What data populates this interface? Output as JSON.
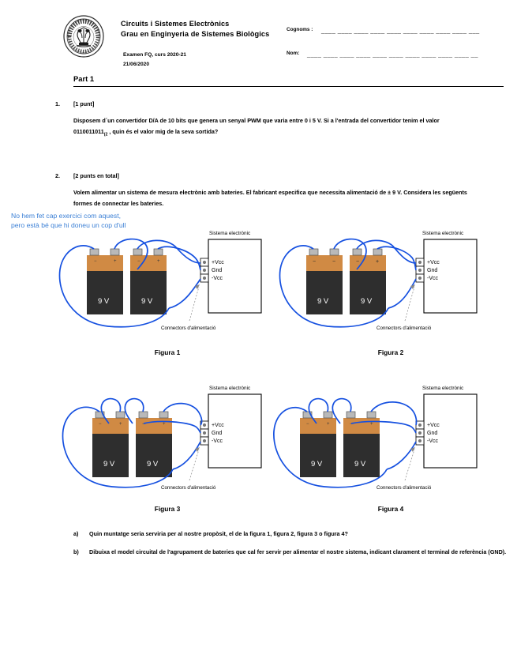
{
  "header": {
    "logo_alt": "university-seal",
    "course_line1": "Circuits i Sistemes Electrònics",
    "course_line2": "Grau en Enginyeria de Sistemes Biològics",
    "exam_label": "Examen FQ, curs 2020-21",
    "exam_date": "21/06/2020",
    "cognoms_label": "Cognoms :",
    "cognoms_value": "",
    "cognoms_rule": "____ ____ ____ ____ ____ ____ ____ ____ ____ ___",
    "nom_label": "Nom:",
    "nom_value": "",
    "nom_rule": "____ ____ ____ ____ ____ ____ ____ ____ ____ ____ __"
  },
  "part": {
    "title": "Part 1"
  },
  "questions": [
    {
      "number": "1.",
      "marks": "[1 punt]",
      "text_part1": "Disposem d´un convertidor D/A de 10 bits que genera un senyal PWM que varia entre 0 i 5 V. Si a l'entrada del convertidor tenim el valor ",
      "binary_value": "0110011011",
      "binary_subscript": "(2",
      "text_part2": " , quin és el valor mig de la seva sortida?"
    },
    {
      "number": "2.",
      "marks": "[2 punts en total]",
      "text": "Volem alimentar un sistema de mesura electrònic amb bateries. El fabricant especifica que necessita alimentació de ± 9 V. Considera les següents formes de connectar les bateries."
    }
  ],
  "annotation": {
    "text": "No hem fet cap exercici com aquest,\npero està bé que hi doneu un cop d'ull",
    "color": "#3a7fd5"
  },
  "figures": [
    {
      "caption": "Figura 1",
      "system_label": "Sistema electrònic",
      "connector_caption": "Connectors d'alimentació",
      "terminals": [
        "+Vcc",
        "Gnd",
        "-Vcc"
      ],
      "batteries": [
        {
          "label": "9 V",
          "left_terminal": "-",
          "right_terminal": "+"
        },
        {
          "label": "9 V",
          "left_terminal": "-",
          "right_terminal": "+"
        }
      ]
    },
    {
      "caption": "Figura 2",
      "system_label": "Sistema electrònic",
      "connector_caption": "Connectors d'alimentació",
      "terminals": [
        "+Vcc",
        "Gnd",
        "-Vcc"
      ],
      "batteries": [
        {
          "label": "9 V",
          "left_terminal": "-",
          "right_terminal": "-"
        },
        {
          "label": "9 V",
          "left_terminal": "-",
          "right_terminal": "+"
        }
      ]
    },
    {
      "caption": "Figura 3",
      "system_label": "Sistema electrònic",
      "connector_caption": "Connectors d'alimentació",
      "terminals": [
        "+Vcc",
        "Gnd",
        "-Vcc"
      ],
      "batteries": [
        {
          "label": "9 V",
          "left_terminal": "-",
          "right_terminal": "+"
        },
        {
          "label": "9 V",
          "left_terminal": "-",
          "right_terminal": "+"
        }
      ]
    },
    {
      "caption": "Figura 4",
      "system_label": "Sistema electrònic",
      "connector_caption": "Connectors d'alimentació",
      "terminals": [
        "+Vcc",
        "Gnd",
        "-Vcc"
      ],
      "batteries": [
        {
          "label": "9 V",
          "left_terminal": "-",
          "right_terminal": "+"
        },
        {
          "label": "9 V",
          "left_terminal": "-",
          "right_terminal": "+"
        }
      ]
    }
  ],
  "subquestions": [
    {
      "letter": "a)",
      "text": "Quin muntatge seria serviria per al nostre propòsit, el de la figura 1, figura 2, figura 3 o figura 4?"
    },
    {
      "letter": "b)",
      "text": "Dibuixa el model circuital de l'agrupament de bateries que cal fer servir per alimentar el nostre sistema, indicant clarament el terminal de referència (GND)."
    }
  ],
  "colors": {
    "wire": "#1550e0",
    "battery_top": "#d08a44",
    "battery_body": "#2e2e2e",
    "text": "#000000"
  }
}
